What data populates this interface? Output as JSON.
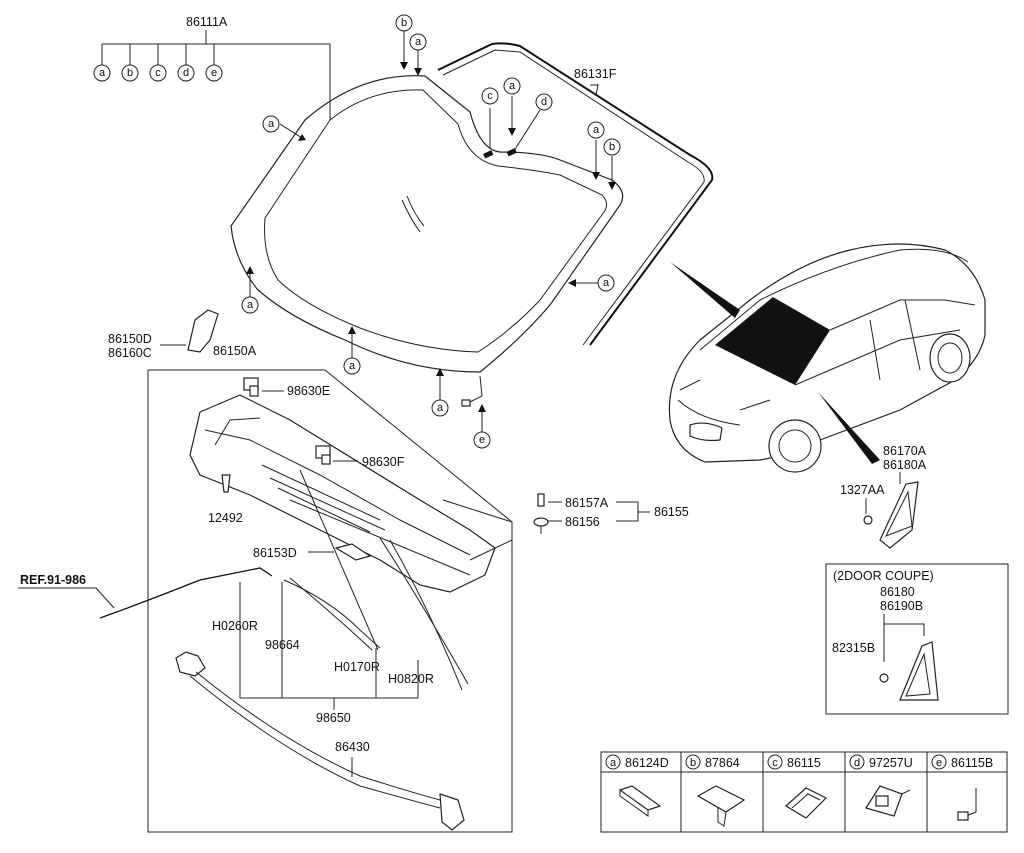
{
  "labels": {
    "p86111A": "86111A",
    "p86131F": "86131F",
    "p86150D": "86150D",
    "p86160C": "86160C",
    "p86150A": "86150A",
    "p98630E": "98630E",
    "p98630F": "98630F",
    "p12492": "12492",
    "p86153D": "86153D",
    "p86157A": "86157A",
    "p86156": "86156",
    "p86155": "86155",
    "ref": "REF.91-986",
    "pH0260R": "H0260R",
    "p98664": "98664",
    "pH0170R": "H0170R",
    "pH0820R": "H0820R",
    "p98650": "98650",
    "p86430": "86430",
    "p86170A": "86170A",
    "p86180A": "86180A",
    "p1327AA": "1327AA",
    "coupe_title": "(2DOOR COUPE)",
    "p86180": "86180",
    "p86190B": "86190B",
    "p82315B": "82315B"
  },
  "callout_letters": {
    "a": "a",
    "b": "b",
    "c": "c",
    "d": "d",
    "e": "e"
  },
  "legend": [
    {
      "letter": "a",
      "part": "86124D",
      "icon": "strip-pad-icon"
    },
    {
      "letter": "b",
      "part": "87864",
      "icon": "clip-icon"
    },
    {
      "letter": "c",
      "part": "86115",
      "icon": "tape-pad-icon"
    },
    {
      "letter": "d",
      "part": "97257U",
      "icon": "sensor-bracket-icon"
    },
    {
      "letter": "e",
      "part": "86115B",
      "icon": "wire-connector-icon"
    }
  ]
}
